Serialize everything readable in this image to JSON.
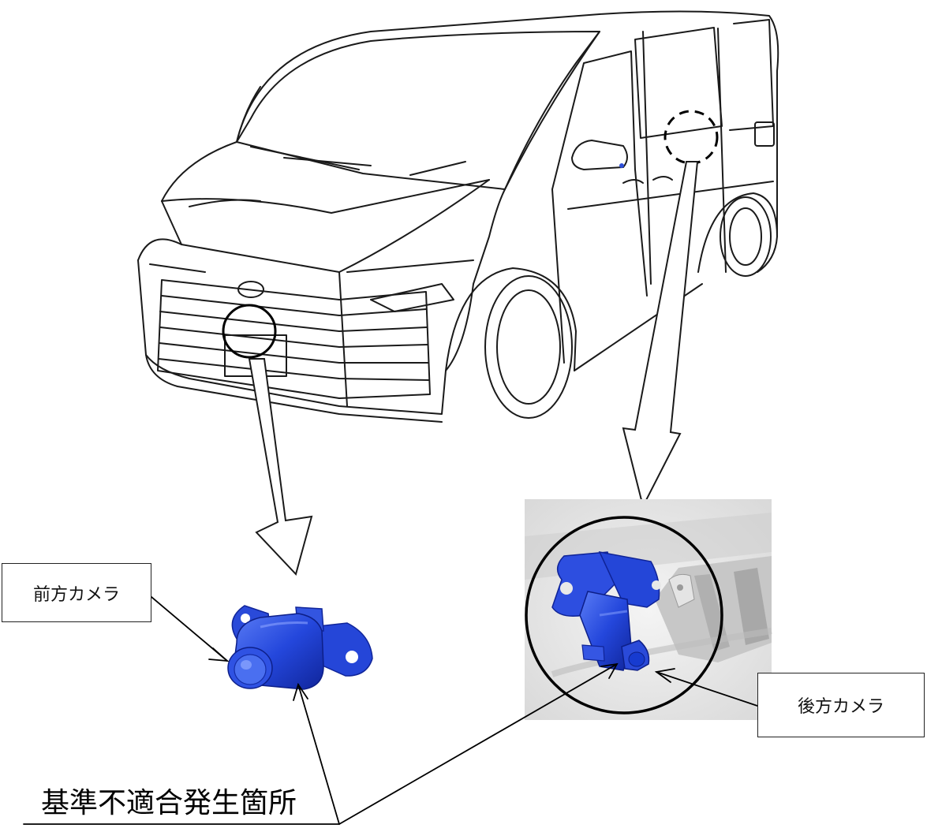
{
  "labels": {
    "front_camera": "前方カメラ",
    "rear_camera": "後方カメラ",
    "defect_location": "基準不適合発生箇所"
  },
  "colors": {
    "line": "#1a1a1a",
    "camera_blue": "#1f3fd6",
    "camera_blue_dark": "#0f2396",
    "camera_blue_light": "#4f72f0",
    "photo_background": "#e6e6e6"
  }
}
